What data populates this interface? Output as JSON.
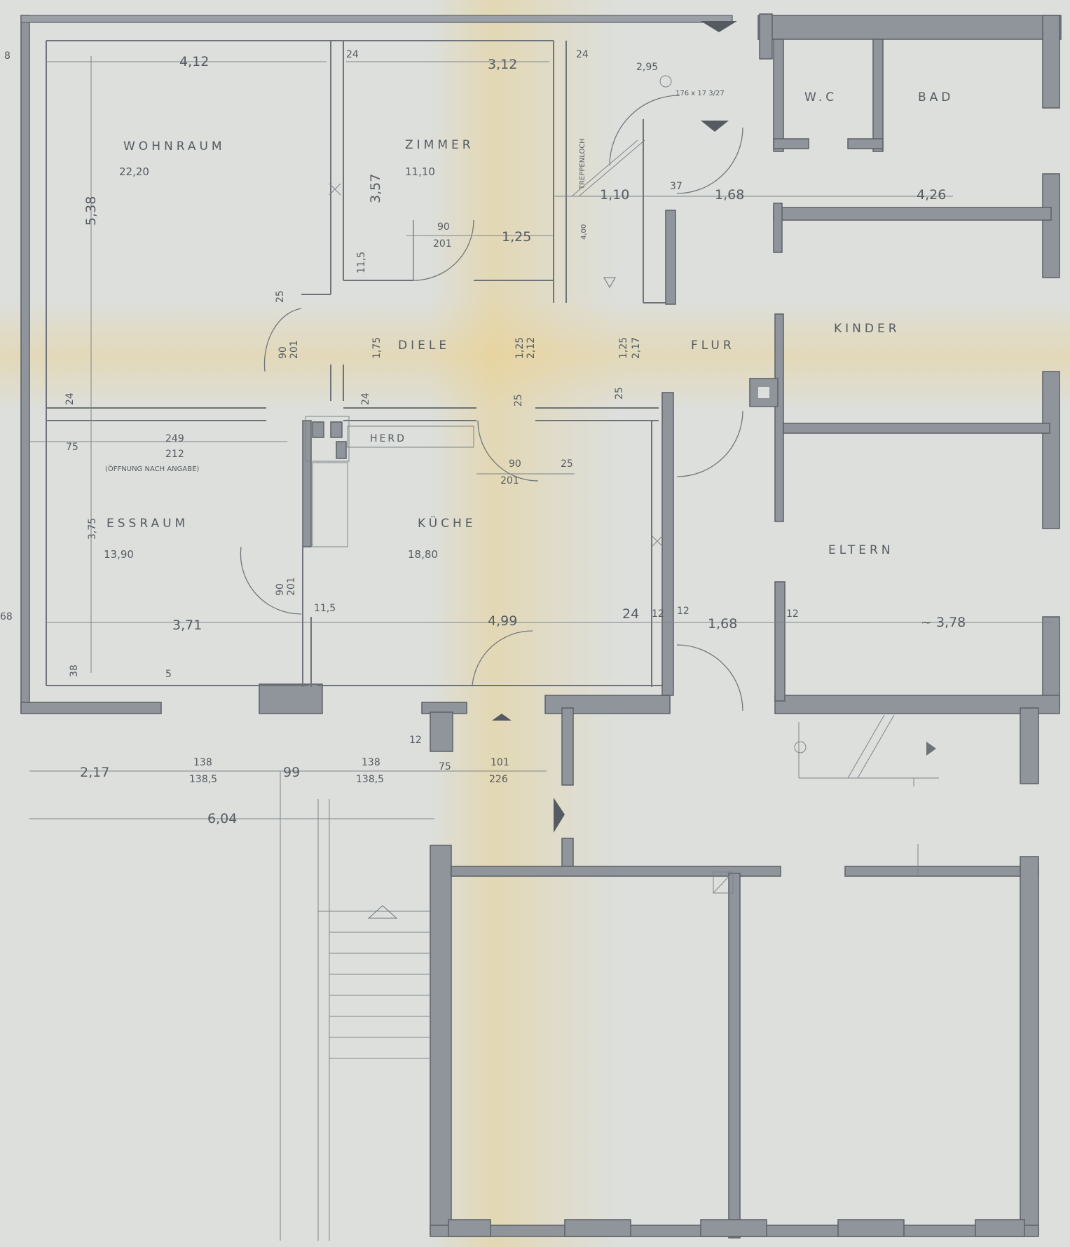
{
  "rooms": {
    "wohnraum": {
      "name": "WOHNRAUM",
      "area": "22,20"
    },
    "zimmer": {
      "name": "ZIMMER",
      "area": "11,10"
    },
    "wc": {
      "name": "W.C"
    },
    "bad": {
      "name": "BAD"
    },
    "diele": {
      "name": "DIELE"
    },
    "flur": {
      "name": "FLUR"
    },
    "kinder": {
      "name": "KINDER"
    },
    "essraum": {
      "name": "ESSRAUM",
      "area": "13,90"
    },
    "kueche": {
      "name": "KÜCHE",
      "area": "18,80"
    },
    "eltern": {
      "name": "ELTERN"
    }
  },
  "labels": {
    "herd": "HERD",
    "oeffnung_note": "(ÖFFNUNG NACH ANGABE)",
    "treppe_note": "176 x 17 3/27",
    "treppenloch": "TREPPENLOCH",
    "door_size": "4,00"
  },
  "dimensions": {
    "d_4_12": "4,12",
    "d_3_12": "3,12",
    "d_24_a": "24",
    "d_24_b": "24",
    "d_2_95": "2,95",
    "d_5_38": "5,38",
    "d_3_57": "3,57",
    "d_11_5_a": "11,5",
    "d_90_a": "90",
    "d_201_a": "201",
    "d_1_25": "1,25",
    "d_1_10": "1,10",
    "d_37": "37",
    "d_1_68": "1,68",
    "d_4_26": "4,26",
    "d_25_a": "25",
    "d_90_b": "90",
    "d_201_b": "201",
    "d_1_75": "1,75",
    "d_1_25_b": "1,25",
    "d_2_12": "2,12",
    "d_1_25_c": "1,25",
    "d_2_17_a": "2,17",
    "d_24_c": "24",
    "d_24_d": "24",
    "d_25_b": "25",
    "d_25_c": "25",
    "d_75_a": "75",
    "d_2_49": "249",
    "d_2_12_b": "212",
    "d_90_c": "90",
    "d_201_c": "201",
    "d_25_d": "25",
    "d_3_75": "3,75",
    "d_90_d": "90",
    "d_201_d": "201",
    "d_11_5_b": "11,5",
    "d_3_71": "3,71",
    "d_4_99": "4,99",
    "d_24_e": "24",
    "d_12_a": "12",
    "d_12_b": "12",
    "d_1_68_b": "1,68",
    "d_12_c": "12",
    "d_3_78": "~ 3,78",
    "d_38": "38",
    "d_5": "5",
    "d_8": "8",
    "d_68": "68",
    "d_2_17_b": "2,17",
    "d_138_a": "138",
    "d_1385_a": "138,5",
    "d_99": "99",
    "d_138_b": "138",
    "d_1385_b": "138,5",
    "d_75_b": "75",
    "d_101": "101",
    "d_226": "226",
    "d_12_d": "12",
    "d_6_04": "6,04"
  }
}
